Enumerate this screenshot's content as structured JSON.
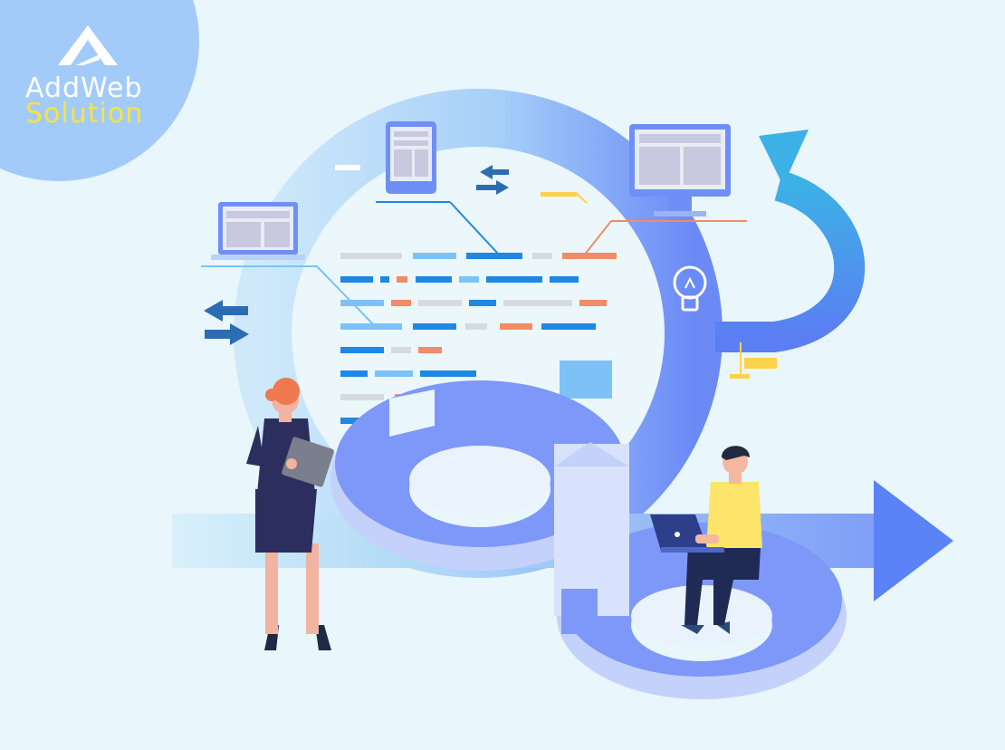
{
  "brand": {
    "name": "AddWeb",
    "tagline": "Solution",
    "logo_icon": "triangle-a-logo-icon",
    "badge_color": "#a3cbf9",
    "name_color": "#ffffff",
    "tagline_color": "#f7e43a"
  },
  "illustration": {
    "background": "#e9f6fb",
    "palette": {
      "ring_light": "#a9d3f7",
      "ring_dark": "#6e8cf7",
      "loop_blue": "#6f8ff7",
      "loop_pale": "#b8c7fb",
      "arrow_blue": "#5b82f6",
      "curved_arrow": "#3aa6e4",
      "dash_blue": "#1e88e5",
      "dash_light": "#7cc2f7",
      "dash_gray": "#d6dbe0",
      "dash_orange": "#f28b67",
      "accent_yellow": "#fdd24b"
    },
    "icons": [
      "laptop-icon",
      "tablet-icon",
      "monitor-icon",
      "lightbulb-icon",
      "swap-arrows-icon",
      "curved-arrow-icon",
      "forward-arrow-icon"
    ],
    "figures": [
      "woman-with-tablet",
      "man-with-laptop"
    ]
  }
}
